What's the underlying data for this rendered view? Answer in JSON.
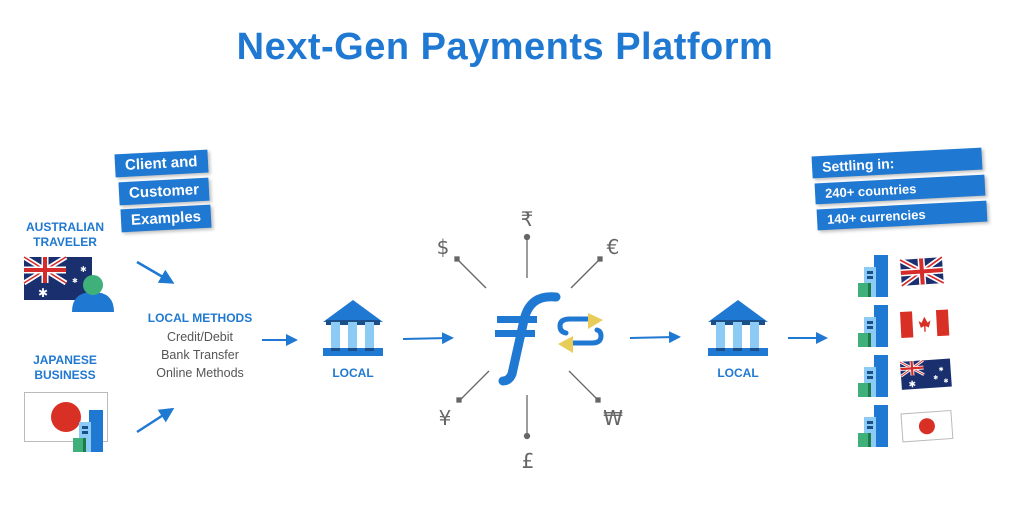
{
  "title": "Next-Gen Payments Platform",
  "client_banner": [
    "Client and",
    "Customer",
    "Examples"
  ],
  "settling_banner": [
    "Settling in:",
    "240+ countries",
    "140+ currencies"
  ],
  "australian_traveler": [
    "AUSTRALIAN",
    "TRAVELER"
  ],
  "japanese_business": [
    "JAPANESE",
    "BUSINESS"
  ],
  "local_methods": {
    "heading": "LOCAL METHODS",
    "items": [
      "Credit/Debit",
      "Bank Transfer",
      "Online Methods"
    ]
  },
  "local_left": "LOCAL",
  "local_right": "LOCAL",
  "currencies": {
    "rupee": "₹",
    "dollar": "$",
    "euro": "€",
    "yen": "¥",
    "won": "₩",
    "pound": "£"
  },
  "colors": {
    "brand": "#1f78d1",
    "light": "#8ccbf5",
    "green": "#3fb07a",
    "yellow": "#e8cc5a"
  }
}
